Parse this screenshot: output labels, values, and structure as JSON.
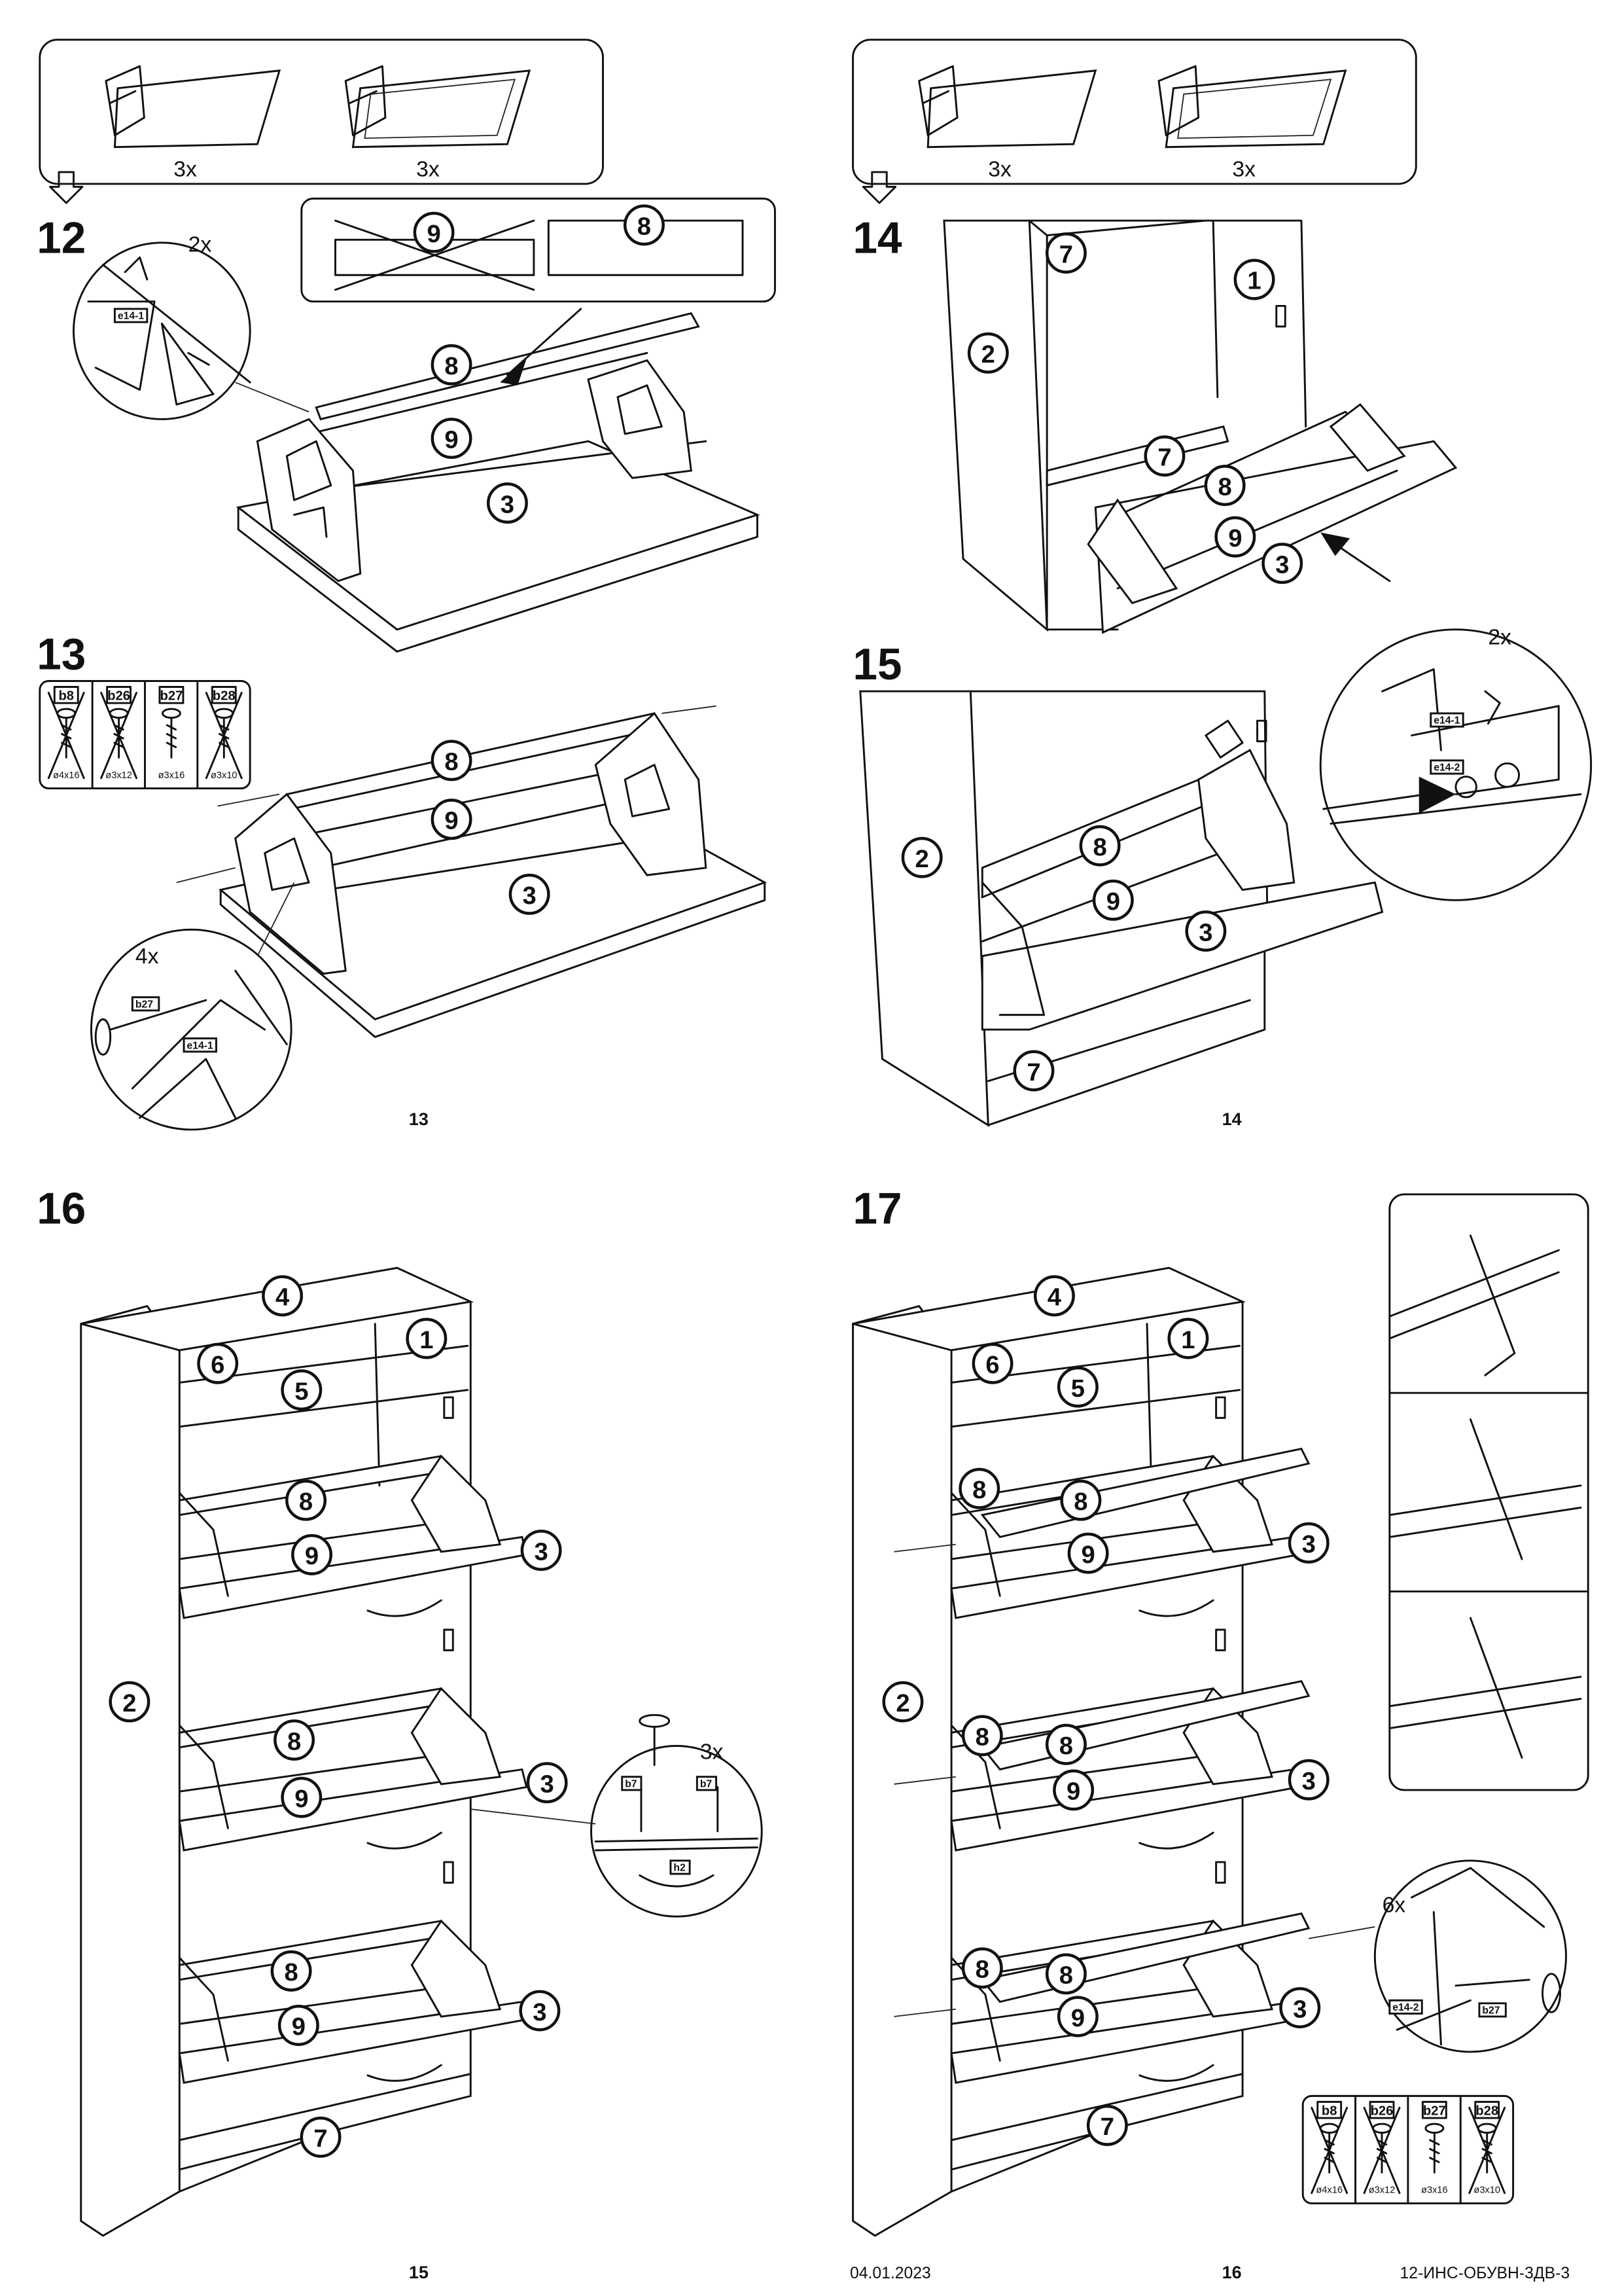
{
  "steps": {
    "s12": {
      "number": "12",
      "panel_qty": [
        "3x",
        "3x"
      ],
      "callout_qty": "2x",
      "callout_tag": "e14-1",
      "choice_wrong": "9",
      "choice_right": "8",
      "parts": [
        "8",
        "9",
        "3"
      ]
    },
    "s13": {
      "number": "13",
      "callout_qty": "4x",
      "callout_screw": "b27",
      "callout_tag": "e14-1",
      "parts": [
        "8",
        "9",
        "3"
      ]
    },
    "s14": {
      "number": "14",
      "panel_qty": [
        "3x",
        "3x"
      ],
      "parts": [
        "7",
        "1",
        "2",
        "7",
        "8",
        "9",
        "3"
      ]
    },
    "s15": {
      "number": "15",
      "callout_qty": "2x",
      "callout_tags": [
        "e14-1",
        "e14-2"
      ],
      "parts": [
        "2",
        "8",
        "9",
        "3",
        "7"
      ]
    },
    "s16": {
      "number": "16",
      "callout_qty": "3x",
      "callout_screws": [
        "b7",
        "b7"
      ],
      "callout_handle": "h2",
      "parts": [
        "4",
        "1",
        "6",
        "5",
        "2",
        "8",
        "9",
        "3",
        "8",
        "9",
        "3",
        "8",
        "9",
        "3",
        "7"
      ]
    },
    "s17": {
      "number": "17",
      "callout_qty": "6x",
      "callout_tag": "e14-2",
      "callout_screw": "b27",
      "parts": [
        "4",
        "1",
        "6",
        "5",
        "2",
        "8",
        "8",
        "9",
        "3",
        "8",
        "8",
        "9",
        "3",
        "8",
        "8",
        "9",
        "3",
        "7"
      ]
    }
  },
  "screw_legend": [
    {
      "code": "b8",
      "size": "ø4x16",
      "allowed": false
    },
    {
      "code": "b26",
      "size": "ø3x12",
      "allowed": false
    },
    {
      "code": "b27",
      "size": "ø3x16",
      "allowed": true
    },
    {
      "code": "b28",
      "size": "ø3x10",
      "allowed": false
    }
  ],
  "footer": {
    "page_left": "15",
    "date": "04.01.2023",
    "page_right": "16",
    "doc_code": "12-ИНС-ОБУВН-3ДВ-3"
  },
  "inner_pages": {
    "left": "13",
    "right": "14"
  }
}
